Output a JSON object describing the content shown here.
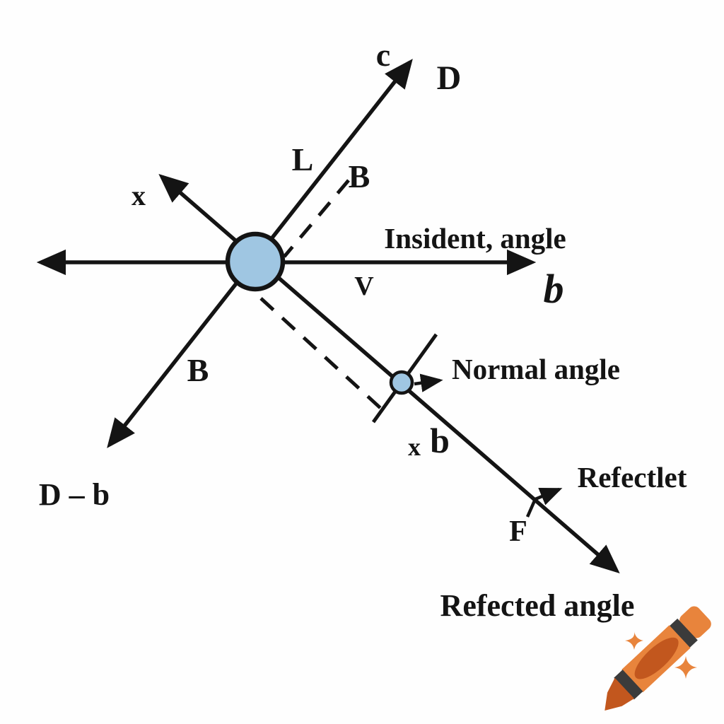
{
  "diagram": {
    "title_hint": "ray-diagram",
    "background_color": "#fefefe",
    "line_color": "#141414",
    "text_color": "#141414",
    "circle_fill": "#9fc6e2",
    "labels": {
      "c": "c",
      "d": "D",
      "l": "L",
      "b_top": "B",
      "x_upper_left": "x",
      "incident_angle": "Insident, angle",
      "v": "V",
      "b_italic": "b",
      "normal_angle": "Normal angle",
      "b_lower_left": "B",
      "x_small": "x",
      "b_small": "b",
      "d_minus_b": "D – b",
      "reflect": "Refectlet",
      "f": "F",
      "reflected_angle": "Refected angle"
    },
    "watermark": {
      "name": "crayon-logo",
      "crayon_color": "#e8843c",
      "crayon_dark_color": "#c2571e",
      "stripe_color": "#3b3b3b",
      "sparkle_color": "#e8843c"
    }
  }
}
